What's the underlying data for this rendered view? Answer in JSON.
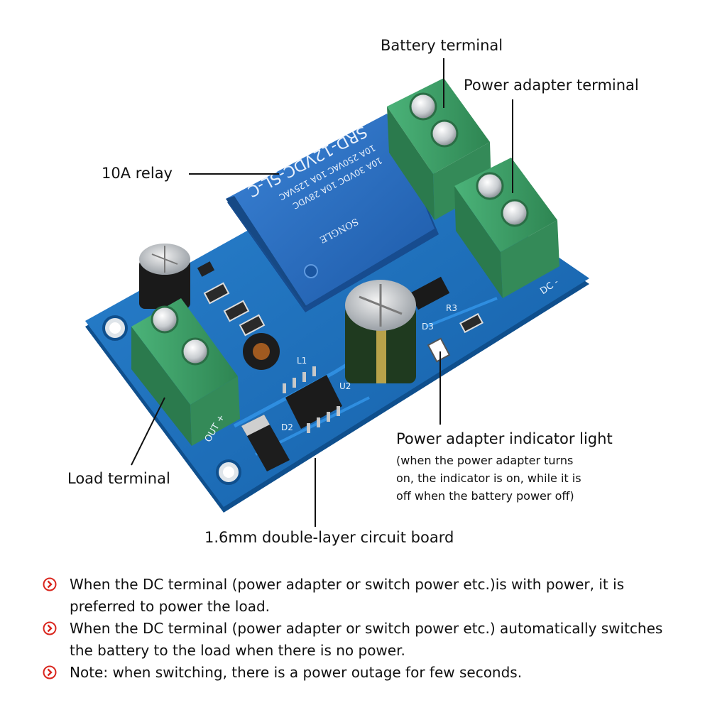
{
  "colors": {
    "board": "#1c6fb8",
    "board_dark": "#0f4f8d",
    "terminal": "#3fa56c",
    "terminal_dark": "#2b7a4d",
    "relay": "#2a6fc2",
    "bullet": "#d9251d"
  },
  "relay_text": {
    "model": "SRD-12VDC-SL-C",
    "rating_1": "10A 250VAC 10A 125VAC",
    "rating_2": "10A 30VDC 10A 28VDC",
    "brand": "SONGLE"
  },
  "board_marks": {
    "out_plus": "OUT +",
    "dc_minus": "DC -",
    "l1": "L1",
    "u2": "U2",
    "d2": "D2",
    "d3": "D3",
    "r3": "R3"
  },
  "labels": {
    "battery_terminal": "Battery terminal",
    "power_adapter_terminal": "Power adapter terminal",
    "relay": "10A relay",
    "indicator_title": "Power adapter indicator light",
    "indicator_desc_1": "(when the power adapter turns",
    "indicator_desc_2": "on, the indicator is on, while it is",
    "indicator_desc_3": "off when the battery power off)",
    "load_terminal": "Load terminal",
    "circuit_board": "1.6mm double-layer circuit board"
  },
  "notes": [
    {
      "icon": "chevron-circle-icon",
      "text": "When the DC terminal (power adapter or switch power etc.)is with power, it is preferred to power the load."
    },
    {
      "icon": "chevron-circle-icon",
      "text": "When the DC terminal (power adapter or switch power etc.) automatically switches the battery to the load when there is no power."
    },
    {
      "icon": "chevron-circle-icon",
      "text": "Note: when switching, there is a power outage for few seconds."
    }
  ]
}
